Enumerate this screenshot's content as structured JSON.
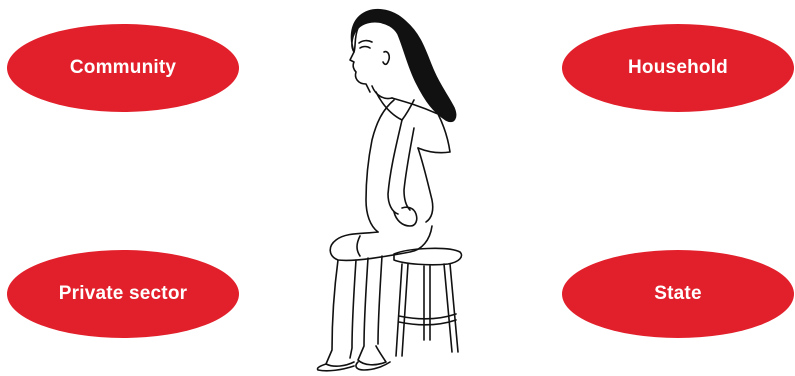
{
  "colors": {
    "oval_fill": "#e2202b",
    "oval_text": "#ffffff",
    "line": "#111111"
  },
  "labels": {
    "top_left": "Community",
    "top_right": "Household",
    "bottom_left": "Private sector",
    "bottom_right": "State"
  },
  "figure": {
    "icon": "seated-woman-on-stool-illustration"
  }
}
